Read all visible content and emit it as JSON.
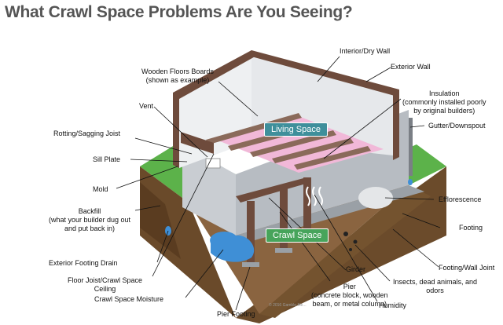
{
  "title": "What Crawl Space Problems Are You Seeing?",
  "copyright": "© 2016 Gamble Me...",
  "regions": {
    "living_space": "Living Space",
    "crawl_space": "Crawl Space"
  },
  "labels": {
    "wooden_floors": [
      "Wooden Floors Boards",
      "(shown as example)"
    ],
    "interior_dry_wall": "Interior/Dry Wall",
    "exterior_wall": "Exterior Wall",
    "vent": "Vent",
    "insulation": [
      "Insulation",
      "(commonly installed poorly",
      "by original builders)"
    ],
    "gutter_downspout": "Gutter/Downspout",
    "rotting_joist": "Rotting/Sagging Joist",
    "sill_plate": "Sill Plate",
    "mold": "Mold",
    "efflorescence": "Efflorescence",
    "backfill": [
      "Backfill",
      "(what your builder dug out",
      "and put back in)"
    ],
    "footing": "Footing",
    "exterior_footing_drain": "Exterior Footing Drain",
    "footing_wall_joint": "Footing/Wall Joint",
    "floor_joist_ceiling": [
      "Floor Joist/Crawl Space",
      "Ceiling"
    ],
    "insects": [
      "Insects, dead animals, and",
      "odors"
    ],
    "crawl_space_moisture": "Crawl Space Moisture",
    "girder": "Girder",
    "pier": [
      "Pier",
      "(concrete block, wooden",
      "beam, or metal column)"
    ],
    "humidity": "Humidity",
    "pier_footing": "Pier Footing"
  }
}
